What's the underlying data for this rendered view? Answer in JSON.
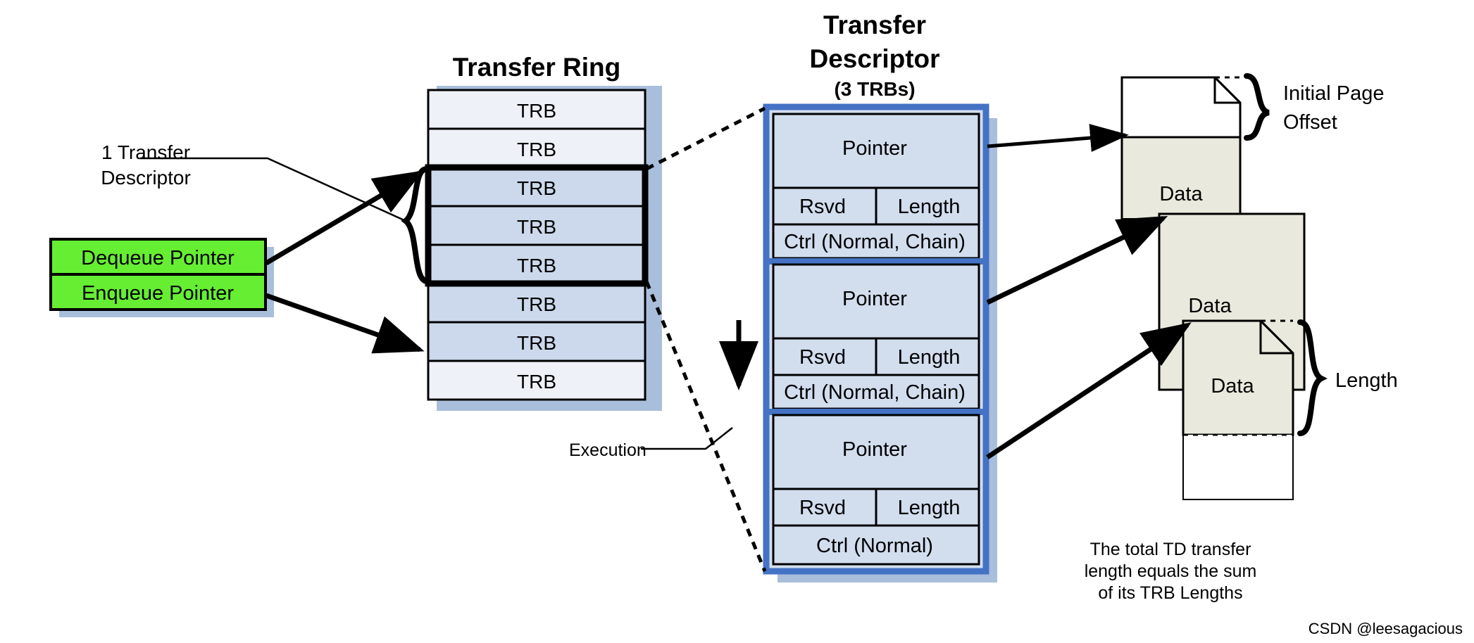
{
  "diagram": {
    "title_ring": "Transfer Ring",
    "title_td_line1": "Transfer",
    "title_td_line2": "Descriptor",
    "title_td_sub": "(3 TRBs)",
    "label_one_td_line1": "1 Transfer",
    "label_one_td_line2": "Descriptor",
    "label_execution": "Execution",
    "label_initial_offset_line1": "Initial Page",
    "label_initial_offset_line2": "Offset",
    "label_length_brace": "Length",
    "note_line1": "The total TD transfer",
    "note_line2": "length equals the sum",
    "note_line3": "of its TRB Lengths",
    "watermark": "CSDN @leesagacious"
  },
  "pointers": {
    "dequeue": "Dequeue Pointer",
    "enqueue": "Enqueue Pointer"
  },
  "ring": {
    "slots": [
      {
        "label": "TRB",
        "highlighted": false
      },
      {
        "label": "TRB",
        "highlighted": false
      },
      {
        "label": "TRB",
        "highlighted": true
      },
      {
        "label": "TRB",
        "highlighted": true
      },
      {
        "label": "TRB",
        "highlighted": true
      },
      {
        "label": "TRB",
        "highlighted": false
      },
      {
        "label": "TRB",
        "highlighted": false
      },
      {
        "label": "TRB",
        "highlighted": false
      }
    ]
  },
  "transfer_descriptor": {
    "trbs": [
      {
        "pointer": "Pointer",
        "rsvd": "Rsvd",
        "length": "Length",
        "ctrl": "Ctrl (Normal, Chain)"
      },
      {
        "pointer": "Pointer",
        "rsvd": "Rsvd",
        "length": "Length",
        "ctrl": "Ctrl (Normal, Chain)"
      },
      {
        "pointer": "Pointer",
        "rsvd": "Rsvd",
        "length": "Length",
        "ctrl": "Ctrl (Normal)"
      }
    ]
  },
  "data_pages": [
    {
      "label": "Data"
    },
    {
      "label": "Data"
    },
    {
      "label": "Data"
    }
  ],
  "colors": {
    "trb_light": "#eef2f8",
    "trb_dark": "#ccd9ec",
    "shadow_blue": "#a9bedb",
    "td_border": "#4472c4",
    "td_fill": "#d2ddee",
    "green": "#66ee33",
    "page_beige": "#e9e9dd",
    "stroke": "#000000",
    "watermark": "#cccccc"
  }
}
